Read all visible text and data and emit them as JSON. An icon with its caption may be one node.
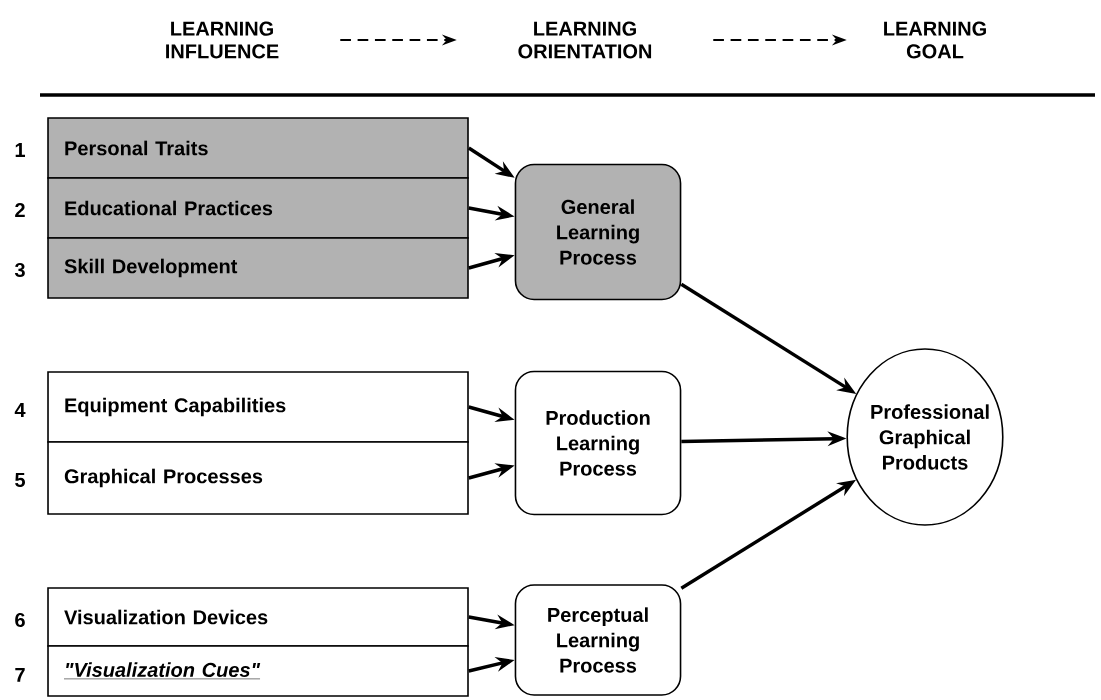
{
  "diagram": {
    "nodes": [
      {
        "text": [
          "LEARNING INFLUENCE"
        ]
      },
      {
        "text": [
          "LEARNING ORIENTATION"
        ]
      },
      {
        "text": [
          "LEARNING GOAL"
        ]
      },
      {
        "text": [
          "Personal Traits"
        ]
      },
      {
        "text": [
          "Educational Practices"
        ]
      },
      {
        "text": [
          "Skill Development"
        ]
      },
      {
        "text": [
          "General Learning Process"
        ]
      },
      {
        "text": [
          "Equipment Capabilities"
        ]
      },
      {
        "text": [
          "Graphical Processes"
        ]
      },
      {
        "text": [
          "Production Learning Process"
        ]
      },
      {
        "text": [
          "Visualization Devices"
        ]
      },
      {
        "text": [
          "\"Visualization Cues\""
        ]
      },
      {
        "text": [
          "Perceptual Learning Process"
        ]
      },
      {
        "text": [
          "Professional Graphical Products"
        ]
      }
    ],
    "edges": [
      {
        "from": 0,
        "to": 1,
        "arrow": "to",
        "style": "dashed"
      },
      {
        "from": 1,
        "to": 2,
        "arrow": "to",
        "style": "dashed"
      },
      {
        "from": 3,
        "to": 6,
        "arrow": "to"
      },
      {
        "from": 4,
        "to": 6,
        "arrow": "to"
      },
      {
        "from": 5,
        "to": 6,
        "arrow": "to"
      },
      {
        "from": 6,
        "to": 13,
        "arrow": "to"
      },
      {
        "from": 7,
        "to": 9,
        "arrow": "to"
      },
      {
        "from": 8,
        "to": 9,
        "arrow": "to"
      },
      {
        "from": 9,
        "to": 13,
        "arrow": "to"
      },
      {
        "from": 10,
        "to": 12,
        "arrow": "to"
      },
      {
        "from": 11,
        "to": 12,
        "arrow": "to"
      },
      {
        "from": 12,
        "to": 13,
        "arrow": "to"
      }
    ],
    "labels": [
      "1",
      "2",
      "3",
      "4",
      "5",
      "6",
      "7"
    ]
  }
}
